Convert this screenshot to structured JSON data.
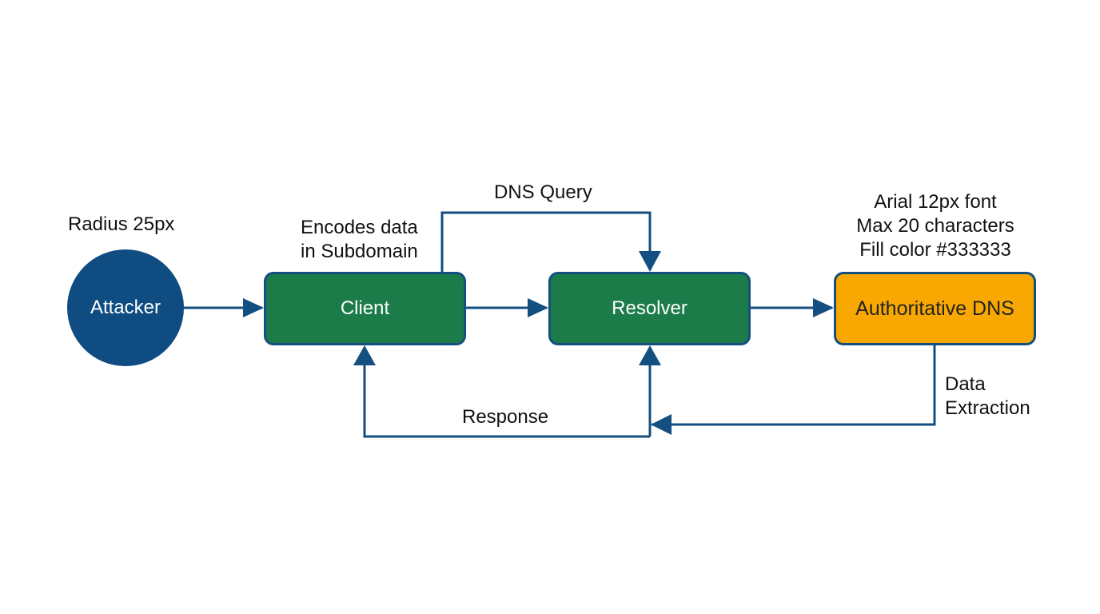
{
  "nodes": {
    "attacker": "Attacker",
    "client": "Client",
    "resolver": "Resolver",
    "authoritative_dns": "Authoritative DNS"
  },
  "labels": {
    "radius": "Radius 25px",
    "encodes_line1": "Encodes data",
    "encodes_line2": "in Subdomain",
    "dns_query": "DNS Query",
    "notes_line1": "Arial 12px font",
    "notes_line2": "Max 20 characters",
    "notes_line3": "Fill color #333333",
    "response": "Response",
    "extraction_line1": "Data",
    "extraction_line2": "Extraction"
  },
  "colors": {
    "attacker_fill": "#0f4c81",
    "process_fill": "#1b7c4a",
    "authoritative_fill": "#f8a800",
    "arrow_color": "#134f80"
  }
}
